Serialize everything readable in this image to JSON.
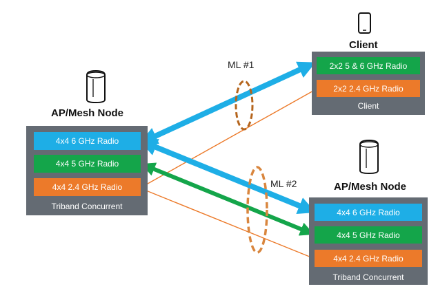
{
  "ap_left": {
    "title": "AP/Mesh Node",
    "radios": [
      {
        "label": "4x4 6 GHz Radio",
        "color": "#1eaee6"
      },
      {
        "label": "4x4 5 GHz Radio",
        "color": "#14a54a"
      },
      {
        "label": "4x4 2.4 GHz Radio",
        "color": "#ec7a2a"
      }
    ],
    "footer": "Triband Concurrent"
  },
  "client": {
    "title": "Client",
    "radios": [
      {
        "label": "2x2 5 & 6 GHz Radio",
        "color": "#14a54a"
      },
      {
        "label": "2x2 2.4 GHz Radio",
        "color": "#ec7a2a"
      }
    ],
    "footer": "Client"
  },
  "ap_right": {
    "title": "AP/Mesh Node",
    "radios": [
      {
        "label": "4x4 6 GHz Radio",
        "color": "#1eaee6"
      },
      {
        "label": "4x4 5 GHz Radio",
        "color": "#14a54a"
      },
      {
        "label": "4x4 2.4 GHz Radio",
        "color": "#ec7a2a"
      }
    ],
    "footer": "Triband Concurrent"
  },
  "links": {
    "ml1": "ML #1",
    "ml2": "ML #2"
  },
  "colors": {
    "box_bg": "#646b73",
    "link_6ghz": "#1eaee6",
    "link_5ghz": "#14a54a",
    "link_24ghz": "#ec7a2a",
    "ml_ellipse": "#b5651d"
  },
  "icons": [
    "ap-device-icon",
    "phone-icon"
  ]
}
